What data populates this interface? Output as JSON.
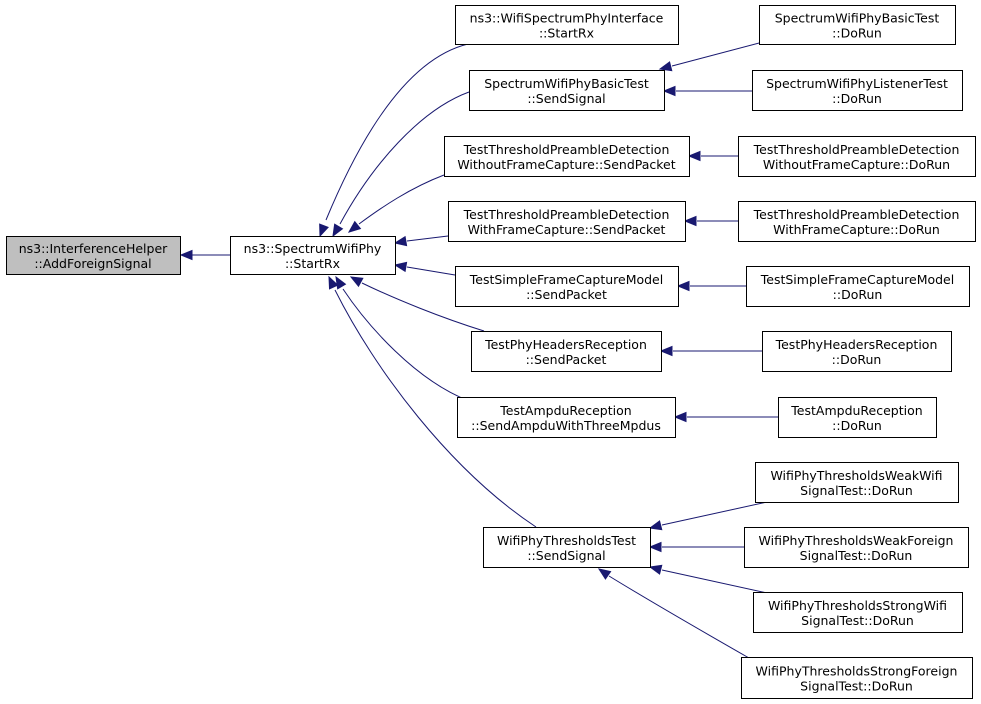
{
  "colors": {
    "edge": "#191970",
    "root_fill": "#bfbfbf",
    "node_fill": "#ffffff",
    "node_border": "#000000"
  },
  "nodes": {
    "add_foreign_signal": {
      "line1": "ns3::InterferenceHelper",
      "line2": "::AddForeignSignal",
      "highlighted": true
    },
    "spectrum_start_rx": {
      "line1": "ns3::SpectrumWifiPhy",
      "line2": "::StartRx"
    },
    "iface_start_rx": {
      "line1": "ns3::WifiSpectrumPhyInterface",
      "line2": "::StartRx"
    },
    "basic_send_signal": {
      "line1": "SpectrumWifiPhyBasicTest",
      "line2": "::SendSignal"
    },
    "basic_do_run": {
      "line1": "SpectrumWifiPhyBasicTest",
      "line2": "::DoRun"
    },
    "listener_do_run": {
      "line1": "SpectrumWifiPhyListenerTest",
      "line2": "::DoRun"
    },
    "tpd_without_send": {
      "line1": "TestThresholdPreambleDetection",
      "line2": "WithoutFrameCapture::SendPacket"
    },
    "tpd_without_run": {
      "line1": "TestThresholdPreambleDetection",
      "line2": "WithoutFrameCapture::DoRun"
    },
    "tpd_with_send": {
      "line1": "TestThresholdPreambleDetection",
      "line2": "WithFrameCapture::SendPacket"
    },
    "tpd_with_run": {
      "line1": "TestThresholdPreambleDetection",
      "line2": "WithFrameCapture::DoRun"
    },
    "sfcm_send": {
      "line1": "TestSimpleFrameCaptureModel",
      "line2": "::SendPacket"
    },
    "sfcm_run": {
      "line1": "TestSimpleFrameCaptureModel",
      "line2": "::DoRun"
    },
    "phr_send": {
      "line1": "TestPhyHeadersReception",
      "line2": "::SendPacket"
    },
    "phr_run": {
      "line1": "TestPhyHeadersReception",
      "line2": "::DoRun"
    },
    "ampdu_send": {
      "line1": "TestAmpduReception",
      "line2": "::SendAmpduWithThreeMpdus"
    },
    "ampdu_run": {
      "line1": "TestAmpduReception",
      "line2": "::DoRun"
    },
    "thr_send": {
      "line1": "WifiPhyThresholdsTest",
      "line2": "::SendSignal"
    },
    "thr_weak_wifi": {
      "line1": "WifiPhyThresholdsWeakWifi",
      "line2": "SignalTest::DoRun"
    },
    "thr_weak_foreign": {
      "line1": "WifiPhyThresholdsWeakForeign",
      "line2": "SignalTest::DoRun"
    },
    "thr_strong_wifi": {
      "line1": "WifiPhyThresholdsStrongWifi",
      "line2": "SignalTest::DoRun"
    },
    "thr_strong_foreign": {
      "line1": "WifiPhyThresholdsStrongForeign",
      "line2": "SignalTest::DoRun"
    }
  },
  "edges": [
    {
      "from": "spectrum_start_rx",
      "to": "add_foreign_signal"
    },
    {
      "from": "iface_start_rx",
      "to": "spectrum_start_rx"
    },
    {
      "from": "basic_send_signal",
      "to": "spectrum_start_rx"
    },
    {
      "from": "tpd_without_send",
      "to": "spectrum_start_rx"
    },
    {
      "from": "tpd_with_send",
      "to": "spectrum_start_rx"
    },
    {
      "from": "sfcm_send",
      "to": "spectrum_start_rx"
    },
    {
      "from": "phr_send",
      "to": "spectrum_start_rx"
    },
    {
      "from": "ampdu_send",
      "to": "spectrum_start_rx"
    },
    {
      "from": "thr_send",
      "to": "spectrum_start_rx"
    },
    {
      "from": "basic_do_run",
      "to": "basic_send_signal"
    },
    {
      "from": "listener_do_run",
      "to": "basic_send_signal"
    },
    {
      "from": "tpd_without_run",
      "to": "tpd_without_send"
    },
    {
      "from": "tpd_with_run",
      "to": "tpd_with_send"
    },
    {
      "from": "sfcm_run",
      "to": "sfcm_send"
    },
    {
      "from": "phr_run",
      "to": "phr_send"
    },
    {
      "from": "ampdu_run",
      "to": "ampdu_send"
    },
    {
      "from": "thr_weak_wifi",
      "to": "thr_send"
    },
    {
      "from": "thr_weak_foreign",
      "to": "thr_send"
    },
    {
      "from": "thr_strong_wifi",
      "to": "thr_send"
    },
    {
      "from": "thr_strong_foreign",
      "to": "thr_send"
    }
  ]
}
